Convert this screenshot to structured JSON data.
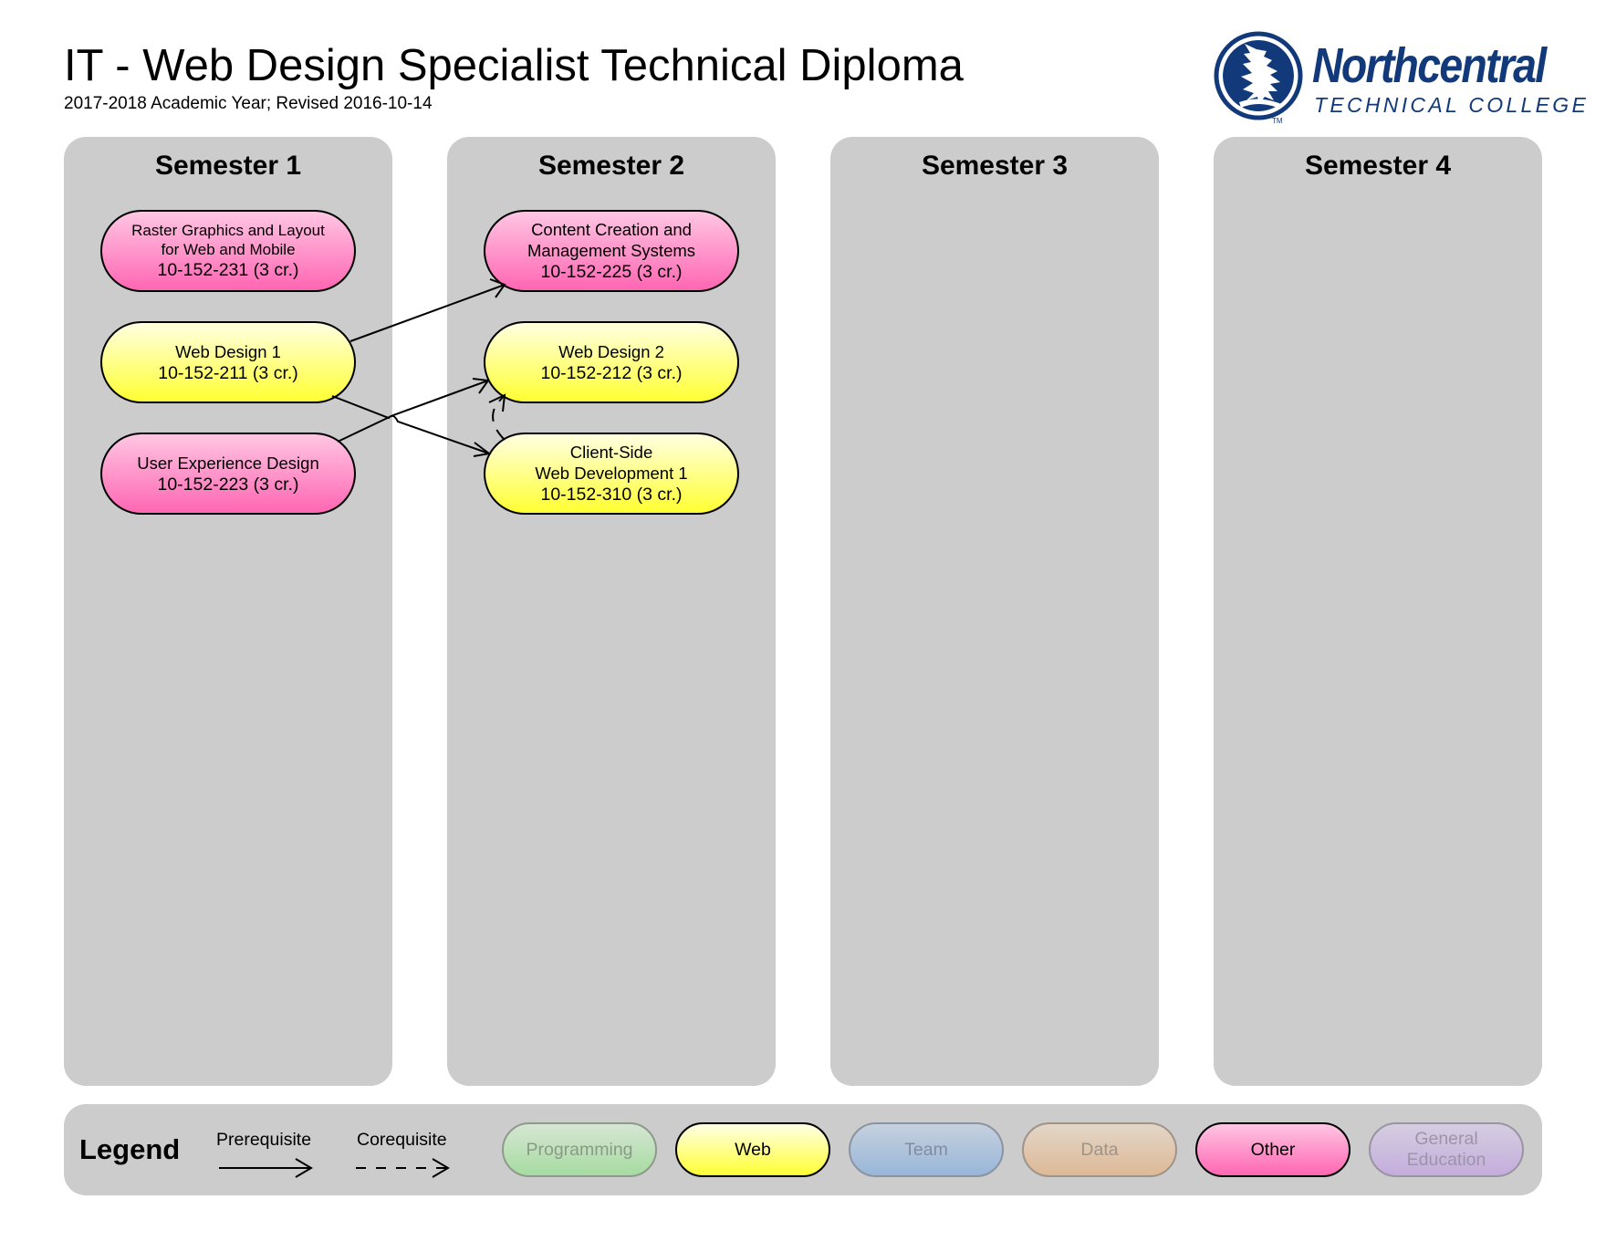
{
  "header": {
    "title": "IT - Web Design Specialist Technical Diploma",
    "subtitle": "2017-2018 Academic Year; Revised 2016-10-14"
  },
  "logo": {
    "name": "Northcentral",
    "subname": "TECHNICAL COLLEGE",
    "trademark": "TM",
    "icon": "pine-tree-icon",
    "color": "#123a7a"
  },
  "semesters": [
    {
      "title": "Semester 1",
      "courses": [
        {
          "id": "raster",
          "title_lines": [
            "Raster Graphics and Layout",
            "for Web and Mobile"
          ],
          "code": "10-152-231 (3 cr.)",
          "category": "Other"
        },
        {
          "id": "wd1",
          "title_lines": [
            "Web Design 1"
          ],
          "code": "10-152-211 (3 cr.)",
          "category": "Web"
        },
        {
          "id": "ux",
          "title_lines": [
            "User Experience Design"
          ],
          "code": "10-152-223 (3 cr.)",
          "category": "Other"
        }
      ]
    },
    {
      "title": "Semester 2",
      "courses": [
        {
          "id": "ccms",
          "title_lines": [
            "Content Creation and",
            "Management Systems"
          ],
          "code": "10-152-225 (3 cr.)",
          "category": "Other"
        },
        {
          "id": "wd2",
          "title_lines": [
            "Web Design 2"
          ],
          "code": "10-152-212 (3 cr.)",
          "category": "Web"
        },
        {
          "id": "csw",
          "title_lines": [
            "Client-Side",
            "Web Development 1"
          ],
          "code": "10-152-310 (3 cr.)",
          "category": "Web"
        }
      ]
    },
    {
      "title": "Semester 3",
      "courses": []
    },
    {
      "title": "Semester 4",
      "courses": []
    }
  ],
  "relationships": [
    {
      "from": "wd1",
      "to": "ccms",
      "type": "prerequisite"
    },
    {
      "from": "wd1",
      "to": "csw",
      "type": "prerequisite"
    },
    {
      "from": "ux",
      "to": "wd2",
      "type": "prerequisite"
    },
    {
      "from": "csw",
      "to": "wd2",
      "type": "corequisite"
    }
  ],
  "legend": {
    "title": "Legend",
    "prerequisite_label": "Prerequisite",
    "corequisite_label": "Corequisite",
    "categories": [
      {
        "label": "Programming",
        "active": false,
        "color": "#a6dba0"
      },
      {
        "label": "Web",
        "active": true,
        "color": "#ffff33"
      },
      {
        "label": "Team",
        "active": false,
        "color": "#98b6d9"
      },
      {
        "label": "Data",
        "active": false,
        "color": "#ddb996"
      },
      {
        "label": "Other",
        "active": true,
        "color": "#ff66b3"
      },
      {
        "label": "General Education",
        "active": false,
        "color": "#c4addd"
      }
    ]
  }
}
